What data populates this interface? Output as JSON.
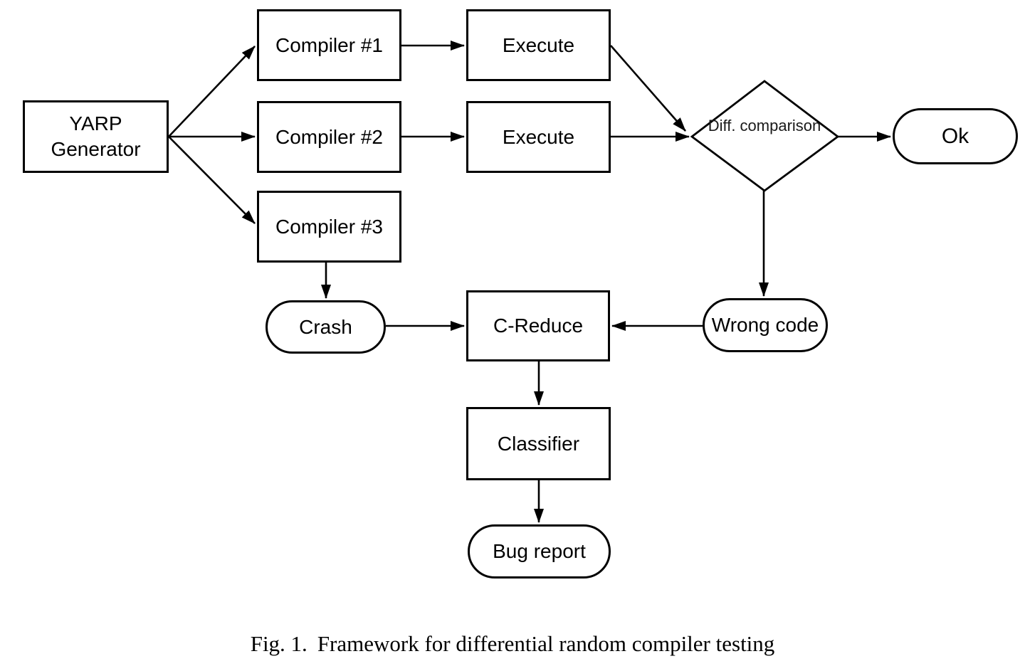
{
  "figure": {
    "type": "flowchart",
    "background": "#ffffff"
  },
  "nodes": {
    "yarp": {
      "label": "YARP\nGenerator",
      "shape": "rectangle"
    },
    "compiler1": {
      "label": "Compiler #1",
      "shape": "rectangle"
    },
    "compiler2": {
      "label": "Compiler #2",
      "shape": "rectangle"
    },
    "compiler3": {
      "label": "Compiler #3",
      "shape": "rectangle"
    },
    "execute1": {
      "label": "Execute",
      "shape": "rectangle"
    },
    "execute2": {
      "label": "Execute",
      "shape": "rectangle"
    },
    "diff": {
      "label": "Diff.\ncomparison",
      "shape": "diamond"
    },
    "ok": {
      "label": "Ok",
      "shape": "stadium"
    },
    "crash": {
      "label": "Crash",
      "shape": "stadium"
    },
    "creduce": {
      "label": "C-Reduce",
      "shape": "rectangle"
    },
    "wrongcode": {
      "label": "Wrong code",
      "shape": "stadium"
    },
    "classifier": {
      "label": "Classifier",
      "shape": "rectangle"
    },
    "bugreport": {
      "label": "Bug report",
      "shape": "stadium"
    }
  },
  "edges": [
    {
      "from": "yarp",
      "to": "compiler1"
    },
    {
      "from": "yarp",
      "to": "compiler2"
    },
    {
      "from": "yarp",
      "to": "compiler3"
    },
    {
      "from": "compiler1",
      "to": "execute1"
    },
    {
      "from": "compiler2",
      "to": "execute2"
    },
    {
      "from": "execute1",
      "to": "diff"
    },
    {
      "from": "execute2",
      "to": "diff"
    },
    {
      "from": "diff",
      "to": "ok"
    },
    {
      "from": "diff",
      "to": "wrongcode"
    },
    {
      "from": "compiler3",
      "to": "crash"
    },
    {
      "from": "crash",
      "to": "creduce"
    },
    {
      "from": "wrongcode",
      "to": "creduce"
    },
    {
      "from": "creduce",
      "to": "classifier"
    },
    {
      "from": "classifier",
      "to": "bugreport"
    }
  ],
  "caption": {
    "figure_label": "Fig. 1.",
    "text": "Framework for differential random compiler testing"
  },
  "colors": {
    "stroke": "#000000",
    "text": "#000000",
    "background": "#ffffff"
  }
}
